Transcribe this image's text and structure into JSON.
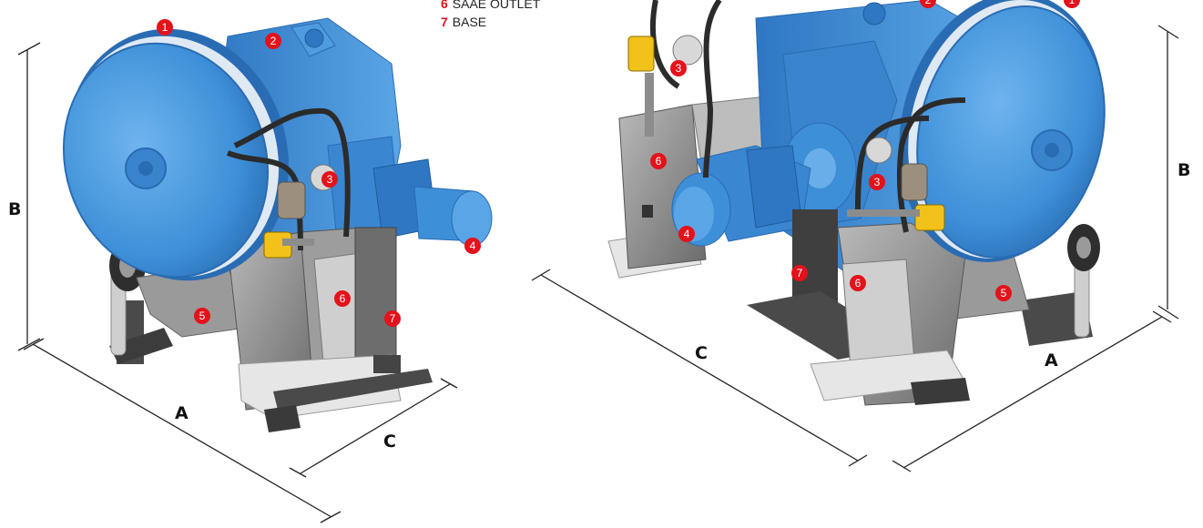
{
  "colors": {
    "callout": "#e3121b",
    "machine_blue": "#3d8fd8",
    "machine_blue_dark": "#2a6cb3",
    "machine_blue_light": "#69aee9",
    "housing_gray": "#8a8a8a",
    "housing_gray_dark": "#5c5c5c",
    "housing_gray_light": "#b9b9b9",
    "base_dark": "#444444",
    "plate": "#e6e6e6",
    "hose": "#2b2b2b",
    "connector_yellow": "#f2c21a",
    "dimension_line": "#222222"
  },
  "legend": [
    {
      "num": "6",
      "label": "SAAE OUTLET"
    },
    {
      "num": "7",
      "label": "BASE"
    }
  ],
  "callouts": [
    "1",
    "2",
    "3",
    "4",
    "5",
    "6",
    "7"
  ],
  "dimensions": {
    "a": "A",
    "b": "B",
    "c": "C"
  },
  "views": [
    "left-view",
    "right-view"
  ]
}
